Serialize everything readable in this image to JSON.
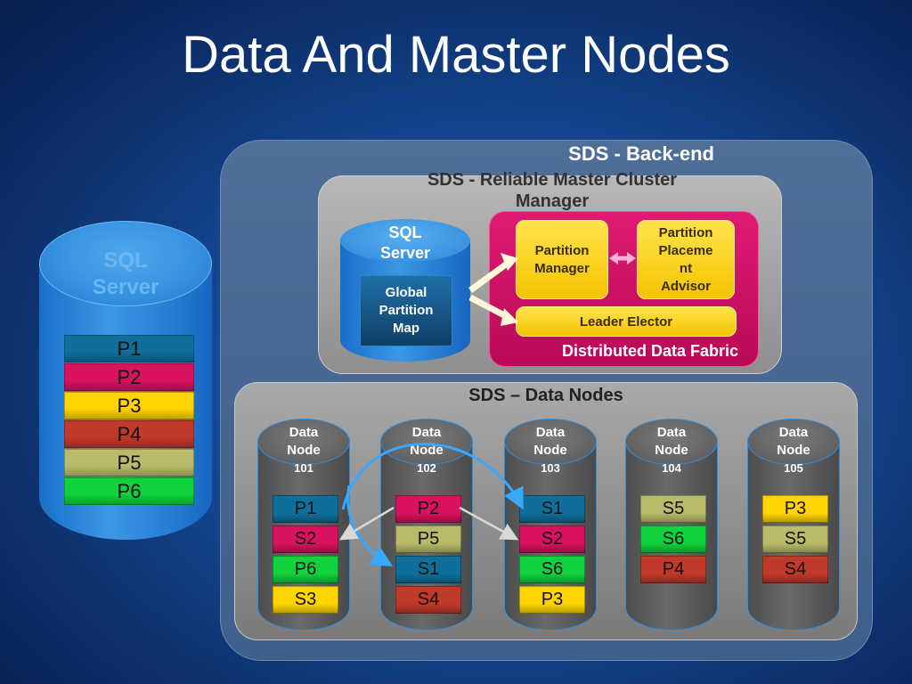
{
  "slide": {
    "title": "Data And Master Nodes"
  },
  "sql_server_left": {
    "label_line1": "SQL",
    "label_line2": "Server",
    "partitions": [
      {
        "label": "P1",
        "color": "#0f6f9a"
      },
      {
        "label": "P2",
        "color": "#d8125f"
      },
      {
        "label": "P3",
        "color": "#ffd400"
      },
      {
        "label": "P4",
        "color": "#c0392b"
      },
      {
        "label": "P5",
        "color": "#b9bb6a"
      },
      {
        "label": "P6",
        "color": "#10d23c"
      }
    ]
  },
  "backend": {
    "title": "SDS - Back-end",
    "master_title_line1": "SDS - Reliable Master Cluster",
    "master_title_line2": "Manager",
    "sql_server": {
      "line1": "SQL",
      "line2": "Server"
    },
    "global_partition_map": {
      "line1": "Global",
      "line2": "Partition",
      "line3": "Map"
    },
    "partition_manager": {
      "line1": "Partition",
      "line2": "Manager"
    },
    "partition_placement_advisor": {
      "line1": "Partition",
      "line2": "Placeme",
      "line3": "nt",
      "line4": "Advisor"
    },
    "leader_elector": "Leader Elector",
    "distributed_data_fabric": "Distributed Data Fabric"
  },
  "data_nodes": {
    "title": "SDS – Data Nodes",
    "nodes": [
      {
        "line1": "Data",
        "line2": "Node",
        "id": "101",
        "parts": [
          {
            "label": "P1",
            "color": "#0f6f9a"
          },
          {
            "label": "S2",
            "color": "#d8125f"
          },
          {
            "label": "P6",
            "color": "#10d23c"
          },
          {
            "label": "S3",
            "color": "#ffd400"
          }
        ]
      },
      {
        "line1": "Data",
        "line2": "Node",
        "id": "102",
        "parts": [
          {
            "label": "P2",
            "color": "#d8125f"
          },
          {
            "label": "P5",
            "color": "#b9bb6a"
          },
          {
            "label": "S1",
            "color": "#0f6f9a"
          },
          {
            "label": "S4",
            "color": "#c0392b"
          }
        ]
      },
      {
        "line1": "Data",
        "line2": "Node",
        "id": "103",
        "parts": [
          {
            "label": "S1",
            "color": "#0f6f9a"
          },
          {
            "label": "S2",
            "color": "#d8125f"
          },
          {
            "label": "S6",
            "color": "#10d23c"
          },
          {
            "label": "P3",
            "color": "#ffd400"
          }
        ]
      },
      {
        "line1": "Data",
        "line2": "Node",
        "id": "104",
        "parts": [
          {
            "label": "S5",
            "color": "#b9bb6a"
          },
          {
            "label": "S6",
            "color": "#10d23c"
          },
          {
            "label": "P4",
            "color": "#c0392b"
          }
        ]
      },
      {
        "line1": "Data",
        "line2": "Node",
        "id": "105",
        "parts": [
          {
            "label": "P3",
            "color": "#ffd400"
          },
          {
            "label": "S5",
            "color": "#b9bb6a"
          },
          {
            "label": "S4",
            "color": "#c0392b"
          }
        ]
      }
    ]
  }
}
